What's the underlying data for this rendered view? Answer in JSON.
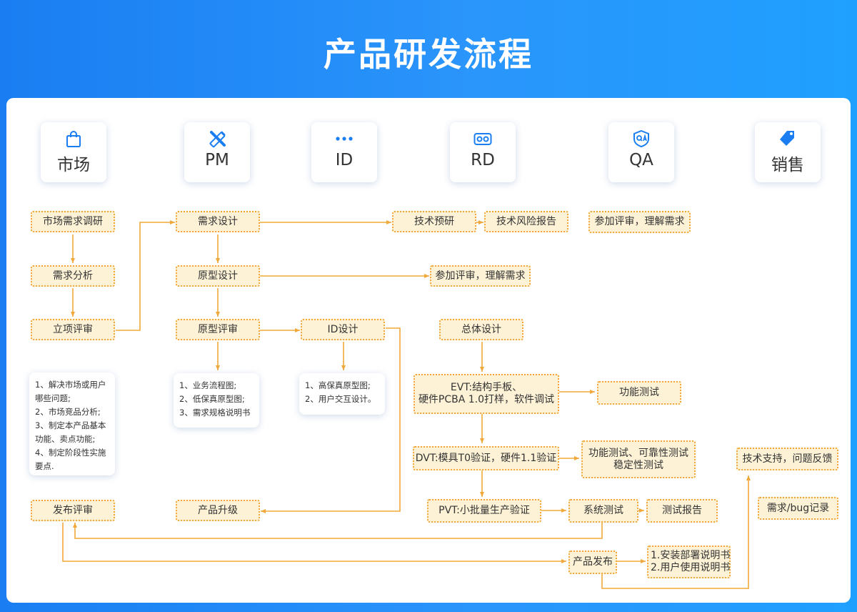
{
  "title": "产品研发流程",
  "roles": [
    "市场",
    "PM",
    "ID",
    "RD",
    "QA",
    "销售"
  ],
  "boxes": {
    "market_research": "市场需求调研",
    "req_analysis": "需求分析",
    "project_review": "立项评审",
    "release_review": "发布评审",
    "req_design": "需求设计",
    "proto_design": "原型设计",
    "proto_review": "原型评审",
    "product_upgrade": "产品升级",
    "id_design": "ID设计",
    "tech_research": "技术预研",
    "tech_risk": "技术风险报告",
    "qa_review_top": "参加评审，理解需求",
    "rd_review": "参加评审，理解需求",
    "overall_design": "总体设计",
    "evt_line1": "EVT:结构手板、",
    "evt_line2": "硬件PCBA 1.0打样，软件调试",
    "func_test": "功能测试",
    "dvt": "DVT:模具T0验证，硬件1.1验证",
    "dvt_test_line1": "功能测试、可靠性测试",
    "dvt_test_line2": "稳定性测试",
    "pvt": "PVT:小批量生产验证",
    "system_test": "系统测试",
    "test_report": "测试报告",
    "product_release": "产品发布",
    "manual_line1": "1.安装部署说明书",
    "manual_line2": "2.用户使用说明书",
    "tech_support": "技术支持，问题反馈",
    "bug_record": "需求/bug记录"
  },
  "notes": {
    "market": [
      "1、解决市场或用户",
      "哪些问题;",
      "2、市场竞品分析;",
      "3、制定本产品基本",
      "功能、卖点功能;",
      "4、制定阶段性实施",
      "要点."
    ],
    "pm": [
      "1、业务流程图;",
      "2、低保真原型图;",
      "3、需求规格说明书"
    ],
    "id": [
      "1、高保真原型图;",
      "2、用户交互设计。"
    ]
  },
  "colors": {
    "accent": "#1a7ef2",
    "line": "#f0a83a",
    "box_fill": "#fdf2d6"
  }
}
